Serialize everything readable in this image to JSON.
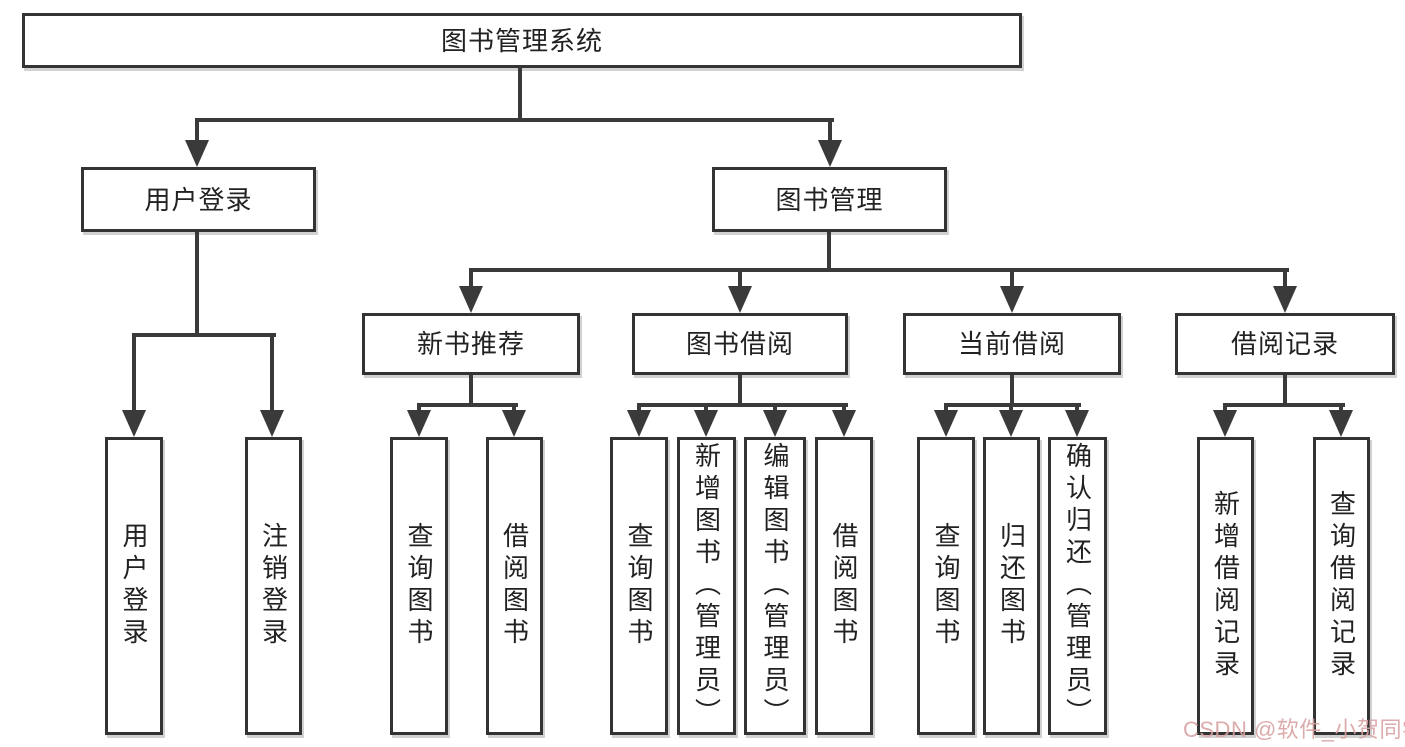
{
  "colors": {
    "line": "#3a3a3a",
    "box_border": "#333333",
    "box_fill": "#ffffff",
    "text": "#222222",
    "watermark": "#d8a2a2",
    "background": "#ffffff"
  },
  "watermark": {
    "text": "CSDN @软件_小贺同学"
  },
  "tree": {
    "root": {
      "label": "图书管理系统",
      "children": [
        {
          "label": "用户登录",
          "children": [
            {
              "label": "用户登录"
            },
            {
              "label": "注销登录"
            }
          ]
        },
        {
          "label": "图书管理",
          "children": [
            {
              "label": "新书推荐",
              "children": [
                {
                  "label": "查询图书"
                },
                {
                  "label": "借阅图书"
                }
              ]
            },
            {
              "label": "图书借阅",
              "children": [
                {
                  "label": "查询图书"
                },
                {
                  "label": "新增图书（管理员）"
                },
                {
                  "label": "编辑图书（管理员）"
                },
                {
                  "label": "借阅图书"
                }
              ]
            },
            {
              "label": "当前借阅",
              "children": [
                {
                  "label": "查询图书"
                },
                {
                  "label": "归还图书"
                },
                {
                  "label": "确认归还（管理员）"
                }
              ]
            },
            {
              "label": "借阅记录",
              "children": [
                {
                  "label": "新增借阅记录"
                },
                {
                  "label": "查询借阅记录"
                }
              ]
            }
          ]
        }
      ]
    }
  }
}
